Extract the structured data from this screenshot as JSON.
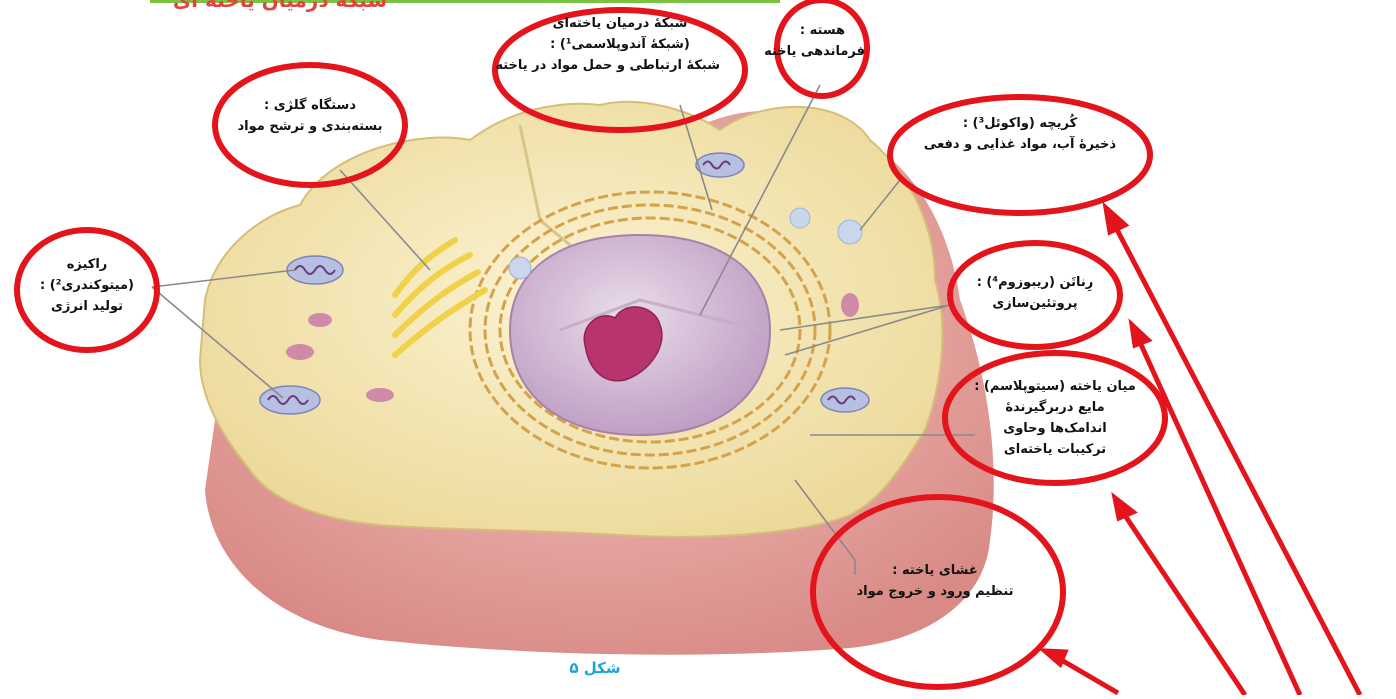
{
  "header_text": "شبکهٔ درمیان یاخته ای",
  "figure_caption": "شکل ۵",
  "labels": {
    "er": [
      "شبکهٔ درمیان یاخته‌ای",
      "(شبکهٔ آندوپلاسمی¹) :",
      "شبکهٔ ارتباطی و حمل مواد در یاخته"
    ],
    "nucleus": [
      "هسته :",
      "فرماندهی یاخته"
    ],
    "golgi": [
      "دستگاه گلژی :",
      "بسته‌بندی و ترشح مواد"
    ],
    "vacuole": [
      "کُریچه (واکوئل³) :",
      "ذخیرهٔ آب، مواد غذایی و دفعی"
    ],
    "mitochondria": [
      "راکیزه",
      "(میتوکندری²) :",
      "تولید انرژی"
    ],
    "ribosome": [
      "رِناتَن (ریبوزوم⁴) :",
      "پروتئین‌سازی"
    ],
    "cytoplasm": [
      "میان یاخته (سیتوپلاسم) :",
      "مایع دربرگیرندهٔ",
      "اندامک‌ها وحاوی",
      "ترکیبات یاخته‌ای"
    ],
    "membrane": [
      "غشای یاخته :",
      "تنظیم ورود و خروج مواد"
    ]
  },
  "colors": {
    "annotation_ring": "#e3141b",
    "cytoplasm_fill": "#f5e8b8",
    "membrane_fill": "#e9a7a0",
    "nucleus_fill": "#d9bcd3",
    "nucleolus_fill": "#b8346e",
    "golgi_fill": "#f0d24a",
    "mitochondria_fill": "#b7bfe2",
    "caption_color": "#1ea3d8",
    "header_color": "#e0453e"
  }
}
